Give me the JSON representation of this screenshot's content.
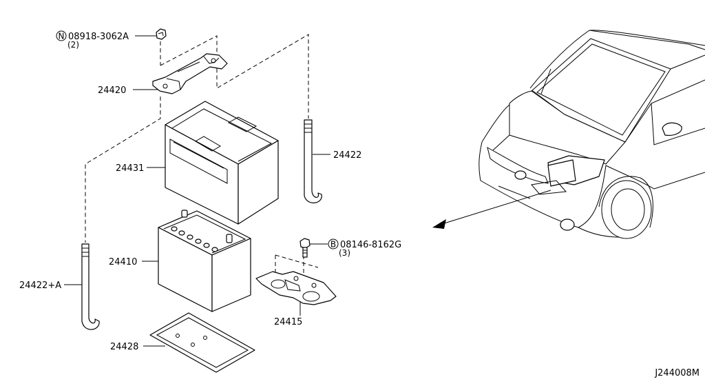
{
  "parts": {
    "nut_id": "N",
    "nut_no": "08918-3062A",
    "nut_qty": "(2)",
    "bracket": "24420",
    "cover": "24431",
    "rod_right": "24422",
    "battery": "24410",
    "rod_left": "24422+A",
    "bolt_id": "B",
    "bolt_no": "08146-8162G",
    "bolt_qty": "(3)",
    "support": "24415",
    "tray": "24428"
  },
  "figure_code": "J244008M"
}
